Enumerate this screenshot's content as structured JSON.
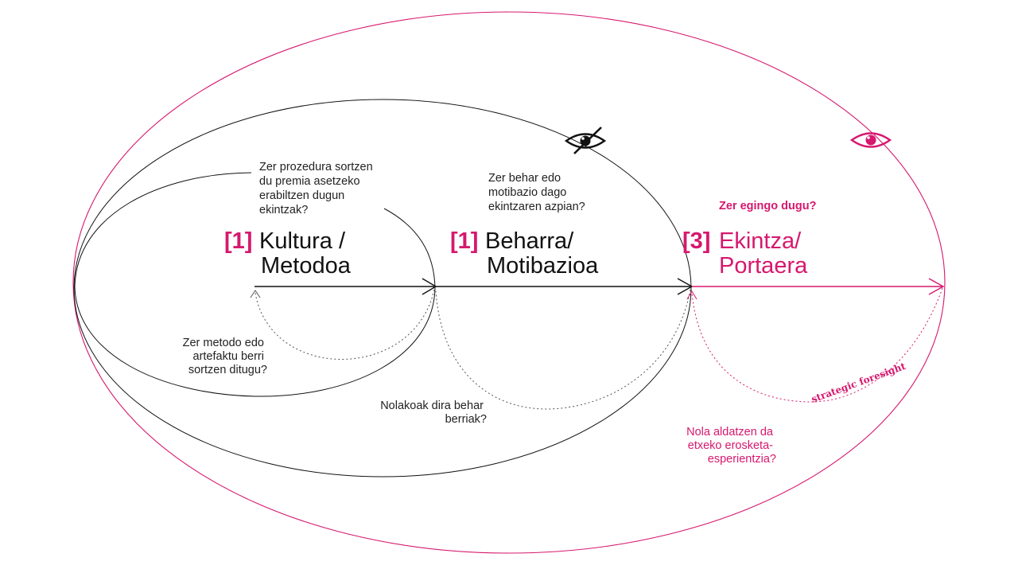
{
  "colors": {
    "accent": "#d6186e",
    "ink": "#111111"
  },
  "stages": [
    {
      "number": "[1]",
      "title_line1": "Kultura /",
      "title_line2": "Metodoa"
    },
    {
      "number": "[1]",
      "title_line1": "Beharra/",
      "title_line2": "Motibazioa"
    },
    {
      "number": "[3]",
      "title_line1": "Ekintza/",
      "title_line2": "Portaera"
    }
  ],
  "questions": {
    "q1": [
      "Zer prozedura sortzen",
      "du premia asetzeko",
      "erabiltzen dugun",
      "ekintzak?"
    ],
    "q2": [
      "Zer behar edo",
      "motibazio dago",
      "ekintzaren azpian?"
    ],
    "q3": [
      "Zer metodo edo",
      "artefaktu berri",
      "sortzen ditugu?"
    ],
    "q4": [
      "Nolakoak dira behar",
      "berriak?"
    ],
    "q5": [
      "Nola aldatzen da",
      "etxeko erosketa-",
      "esperientzia?"
    ]
  },
  "action_question": "Zer egingo dugu?",
  "foresight_label": "strategic foresight",
  "icons": {
    "hidden": "eye-slash-icon",
    "visible": "eye-icon"
  }
}
